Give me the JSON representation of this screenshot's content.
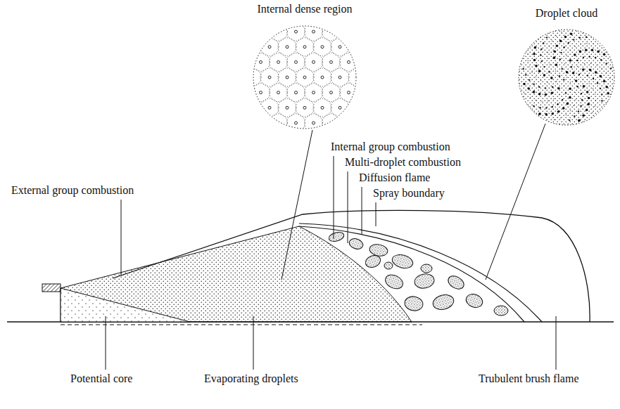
{
  "diagram": {
    "nodes": [
      {
        "text": [
          "Internal dense region"
        ]
      },
      {
        "text": [
          "Droplet cloud"
        ]
      }
    ],
    "labels": [
      "External group combustion",
      "Internal group combustion",
      "Multi-droplet combustion",
      "Diffusion flame",
      "Spray boundary",
      "Potential core",
      "Evaporating droplets",
      "Trubulent brush flame"
    ]
  }
}
